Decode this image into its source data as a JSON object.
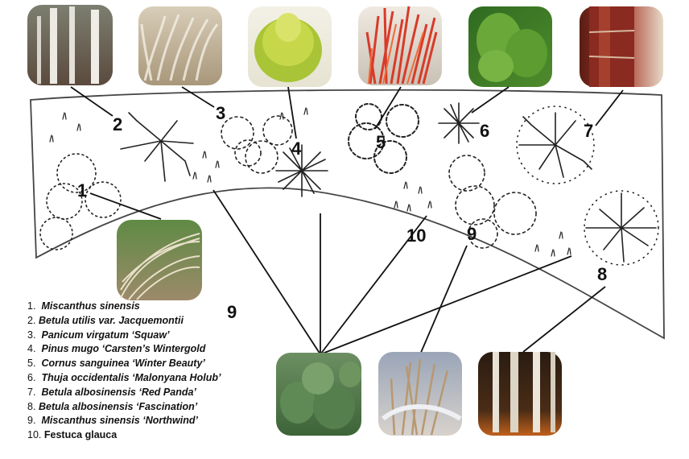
{
  "legend": [
    {
      "number": "1.",
      "name": "Miscanthus sinensis"
    },
    {
      "number": "2.",
      "name": "Betula utilis var. Jacquemontii"
    },
    {
      "number": "3.",
      "name": "Panicum virgatum ‘Squaw’"
    },
    {
      "number": "4.",
      "name": "Pinus mugo ‘Carsten’s Wintergold"
    },
    {
      "number": "5.",
      "name": "Cornus sanguinea ‘Winter Beauty’"
    },
    {
      "number": "6.",
      "name": "Thuja occidentalis ‘Malonyana Holub’"
    },
    {
      "number": "7.",
      "name": "Betula albosinensis ‘Red Panda’"
    },
    {
      "number": "8.",
      "name": "Betula albosinensis ‘Fascination’"
    },
    {
      "number": "9.",
      "name": "Miscanthus sinensis ‘Northwind’"
    },
    {
      "number": "10.",
      "name": "Festuca glauca"
    }
  ],
  "callouts": {
    "n1": "1",
    "n2": "2",
    "n3": "3",
    "n4": "4",
    "n5": "5",
    "n6": "6",
    "n7": "7",
    "n8": "8",
    "n9a": "9",
    "n9b": "9",
    "n10": "10"
  },
  "photos": [
    {
      "plant": "betula-utilis-jacquemontii"
    },
    {
      "plant": "panicum-virgatum"
    },
    {
      "plant": "pinus-mugo"
    },
    {
      "plant": "cornus-sanguinea"
    },
    {
      "plant": "thuja-occidentalis"
    },
    {
      "plant": "betula-albosinensis-red-panda"
    },
    {
      "plant": "miscanthus-sinensis"
    },
    {
      "plant": "festuca-glauca"
    },
    {
      "plant": "miscanthus-northwind"
    },
    {
      "plant": "betula-albosinensis-fascination"
    }
  ],
  "colors": {
    "ink": "#111111",
    "bark_white": "#e9e6df",
    "bark_red": "#8a2a20",
    "dogwood_red": "#d83a2a",
    "conifer_green": "#5e9e2a",
    "pine_yellow": "#b8cf3a",
    "grass_beige": "#c9b89a",
    "festuca_green": "#4f7f4a"
  }
}
